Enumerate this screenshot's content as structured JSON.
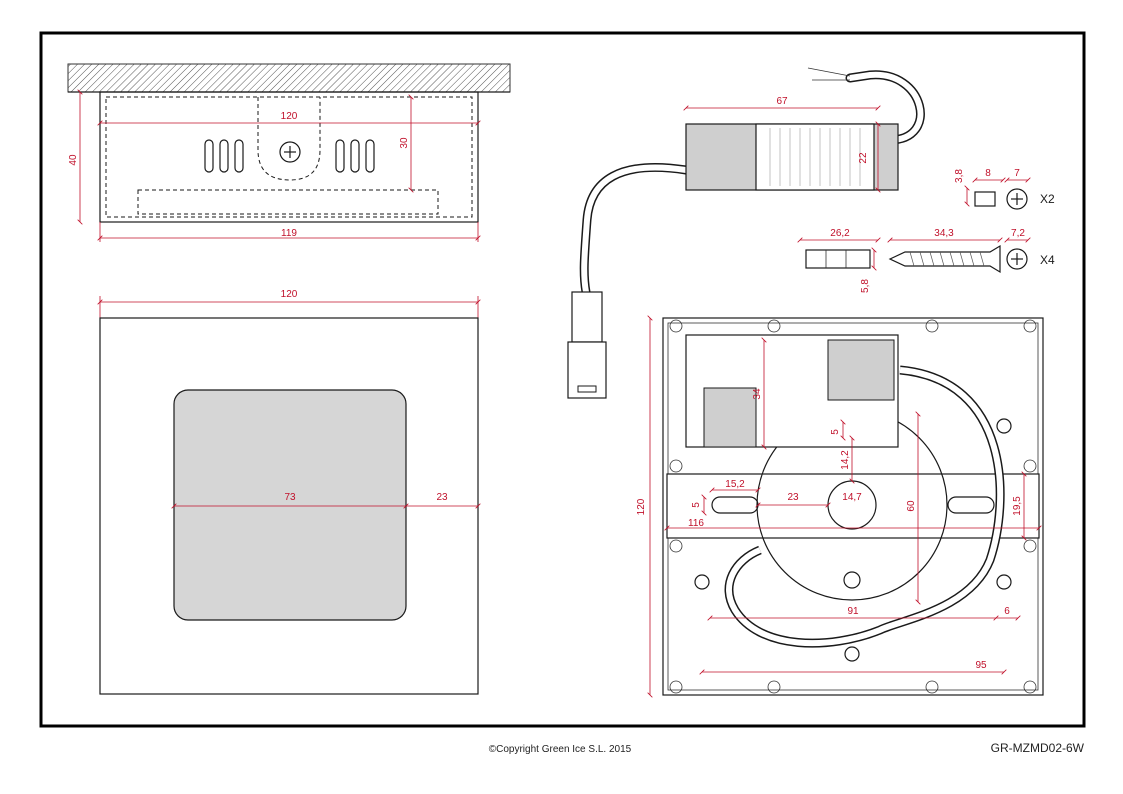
{
  "footer": {
    "copyright": "©Copyright Green Ice S.L. 2015",
    "model": "GR-MZMD02-6W"
  },
  "colors": {
    "dimension": "#c0102a",
    "frame": "#000000",
    "panel_fill": "#d6d6d6",
    "driver_fill": "#cfcfcf"
  },
  "side_view": {
    "width_top": "120",
    "height": "40",
    "depth": "30",
    "width_bottom": "119"
  },
  "front_view": {
    "width": "120",
    "panel_width": "73",
    "margin": "23"
  },
  "driver": {
    "length": "67",
    "height": "22"
  },
  "screw_set": {
    "screw_head": "3,8",
    "screw_len": "8",
    "screw_dia": "7",
    "screw_qty": "X2",
    "plug_len": "26,2",
    "plug_dia": "5,8",
    "long_screw_len": "34,3",
    "long_screw_dia": "7,2",
    "long_qty": "X4"
  },
  "back_view": {
    "height": "120",
    "driver_h": "34",
    "hole": "5",
    "center_offset": "14,2",
    "center_hole": "14,7",
    "slot_w": "15,2",
    "slot_gap": "23",
    "slot_h": "5",
    "plate_w": "116",
    "plate_h": "19,5",
    "disc_h": "60",
    "inner_w": "91",
    "edge": "6",
    "outer_w": "95"
  }
}
